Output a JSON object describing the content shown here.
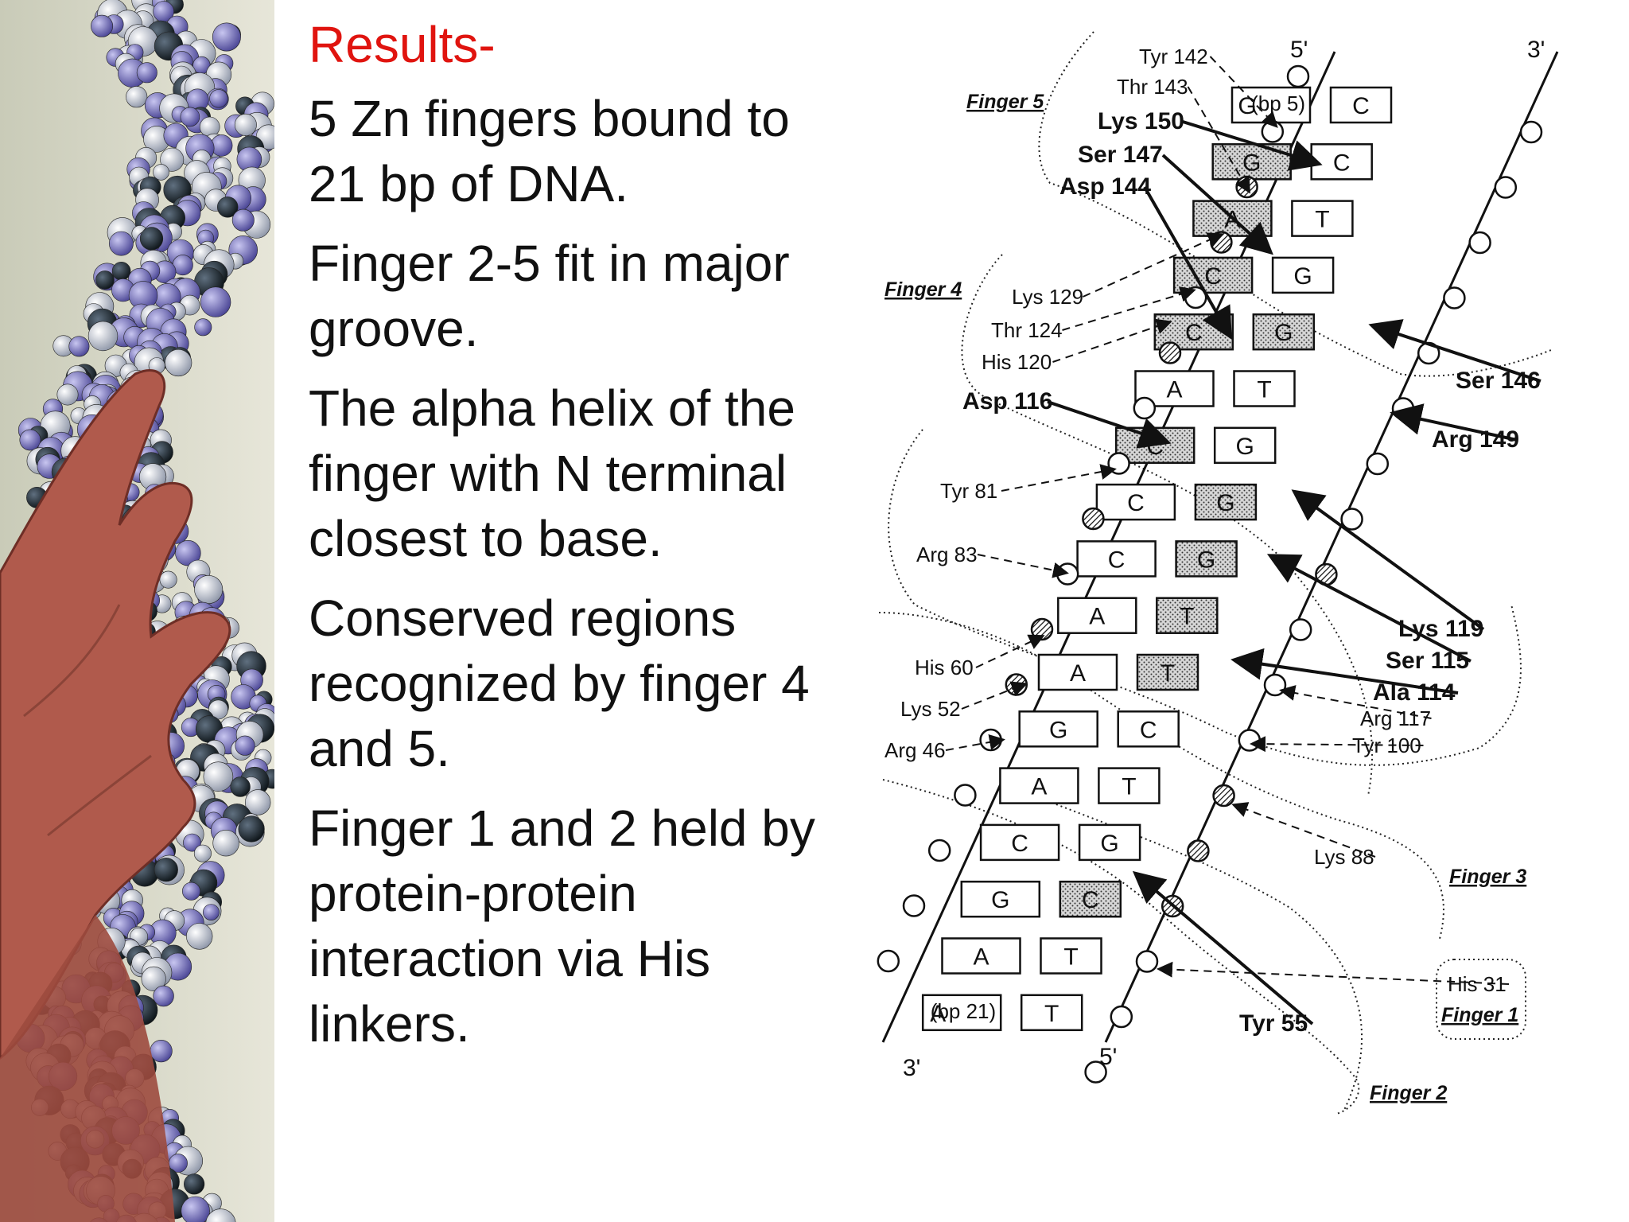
{
  "slide": {
    "title": "Results-",
    "bullets": [
      "5 Zn fingers bound to 21 bp of DNA.",
      "Finger 2-5 fit in major groove.",
      "The alpha helix of the finger with N terminal closest to base.",
      "Conserved regions recognized by finger 4 and 5.",
      "Finger 1 and 2 held by protein-protein interaction via His linkers."
    ],
    "colors": {
      "title": "#e0140f",
      "text": "#111111",
      "background": "#ffffff"
    }
  },
  "diagram": {
    "strand_ends": {
      "top_left": "5'",
      "top_right": "3'",
      "bottom_left": "3'",
      "bottom_right": "5'"
    },
    "fingers": [
      "Finger 5",
      "Finger 4",
      "Finger 3",
      "Finger 2",
      "Finger 1"
    ],
    "base_pairs": [
      {
        "l": "G",
        "r": "C",
        "ls": false,
        "rs": false,
        "note": "(bp 5)"
      },
      {
        "l": "G",
        "r": "C",
        "ls": true,
        "rs": false
      },
      {
        "l": "A",
        "r": "T",
        "ls": true,
        "rs": false
      },
      {
        "l": "C",
        "r": "G",
        "ls": true,
        "rs": false
      },
      {
        "l": "C",
        "r": "G",
        "ls": true,
        "rs": true
      },
      {
        "l": "A",
        "r": "T",
        "ls": false,
        "rs": false
      },
      {
        "l": "C",
        "r": "G",
        "ls": true,
        "rs": false
      },
      {
        "l": "C",
        "r": "G",
        "ls": false,
        "rs": true
      },
      {
        "l": "C",
        "r": "G",
        "ls": false,
        "rs": true
      },
      {
        "l": "A",
        "r": "T",
        "ls": false,
        "rs": true
      },
      {
        "l": "A",
        "r": "T",
        "ls": false,
        "rs": true
      },
      {
        "l": "G",
        "r": "C",
        "ls": false,
        "rs": false
      },
      {
        "l": "A",
        "r": "T",
        "ls": false,
        "rs": false
      },
      {
        "l": "C",
        "r": "G",
        "ls": false,
        "rs": false
      },
      {
        "l": "G",
        "r": "C",
        "ls": false,
        "rs": true
      },
      {
        "l": "A",
        "r": "T",
        "ls": false,
        "rs": false
      },
      {
        "l": "A",
        "r": "T",
        "ls": false,
        "rs": false,
        "note": "(bp 21)"
      }
    ],
    "residue_labels": {
      "tyr142": "Tyr 142",
      "thr143": "Thr 143",
      "lys150": "Lys 150",
      "ser147": "Ser 147",
      "asp144": "Asp 144",
      "lys129": "Lys 129",
      "thr124": "Thr 124",
      "his120": "His 120",
      "asp116": "Asp 116",
      "ser146": "Ser 146",
      "arg149": "Arg 149",
      "tyr81": "Tyr 81",
      "arg83": "Arg 83",
      "his60": "His 60",
      "lys52": "Lys 52",
      "arg46": "Arg 46",
      "lys119": "Lys 119",
      "ser115": "Ser 115",
      "ala114": "Ala 114",
      "arg117": "Arg 117",
      "tyr100": "Tyr 100",
      "lys88": "Lys 88",
      "tyr55": "Tyr 55",
      "his31": "His 31"
    }
  }
}
